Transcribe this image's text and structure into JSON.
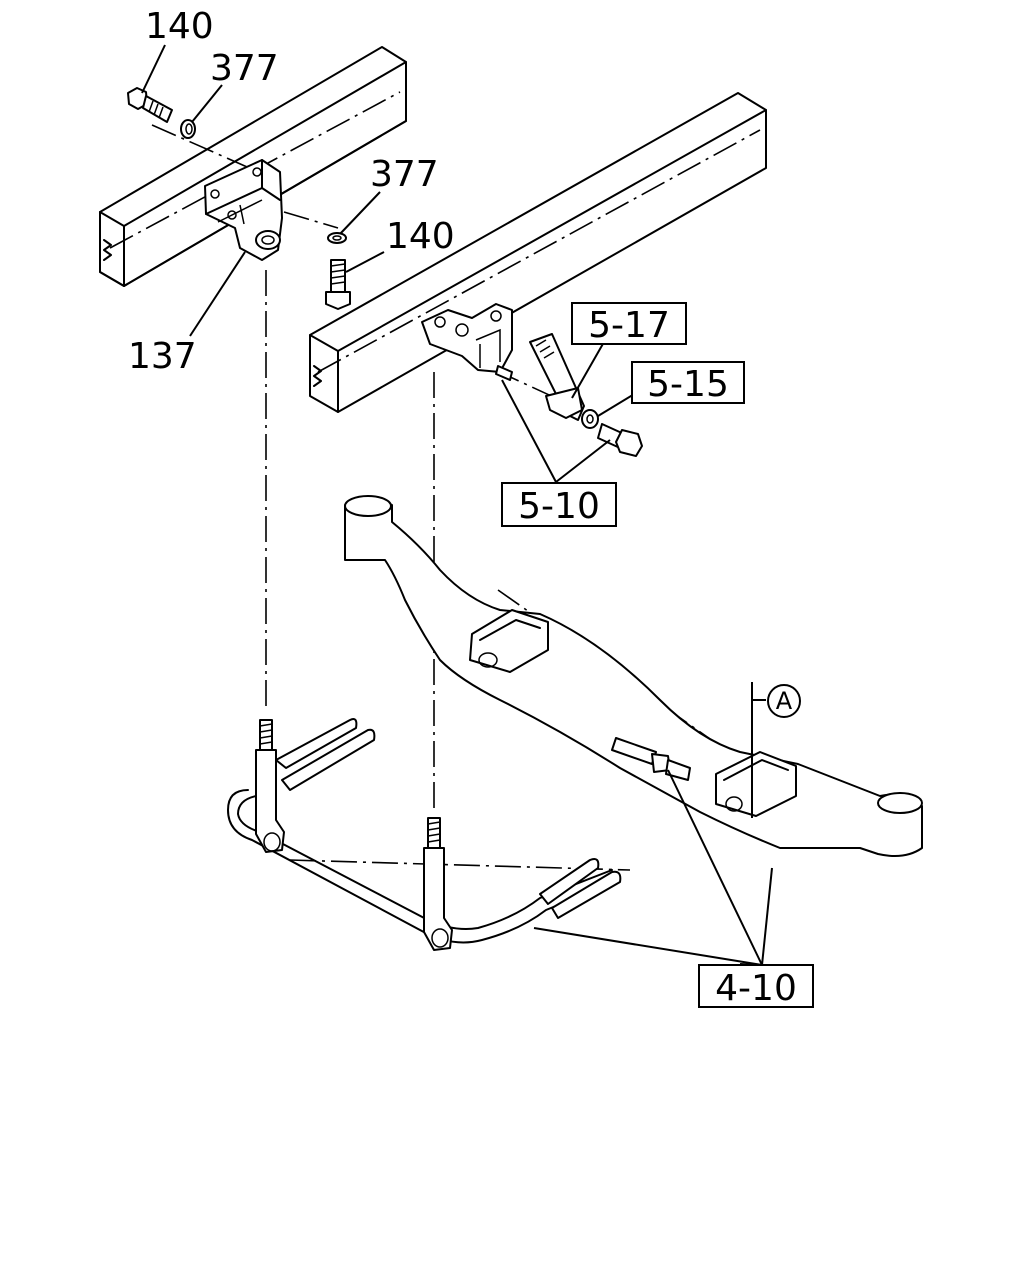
{
  "labels": {
    "bolt_top_left": "140",
    "washer_top_left": "377",
    "washer_right": "377",
    "bolt_right": "140",
    "bracket": "137"
  },
  "boxed_refs": {
    "ref_5_17": "5-17",
    "ref_5_15": "5-15",
    "ref_5_10": "5-10",
    "ref_4_10": "4-10"
  },
  "view_marker": {
    "label": "A"
  }
}
